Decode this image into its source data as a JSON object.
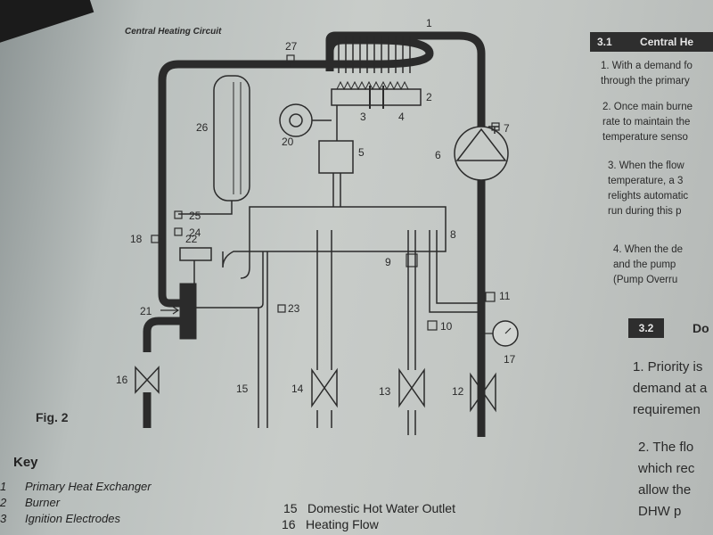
{
  "diagram": {
    "title": "Central Heating Circuit",
    "figure_label": "Fig. 2",
    "callouts": [
      "1",
      "2",
      "3",
      "4",
      "5",
      "6",
      "7",
      "8",
      "9",
      "10",
      "11",
      "12",
      "13",
      "14",
      "15",
      "16",
      "17",
      "18",
      "20",
      "21",
      "22",
      "23",
      "24",
      "25",
      "26",
      "27"
    ]
  },
  "key": {
    "heading": "Key",
    "left_items": [
      {
        "num": "1",
        "label": "Primary Heat Exchanger"
      },
      {
        "num": "2",
        "label": "Burner"
      },
      {
        "num": "3",
        "label": "Ignition Electrodes"
      }
    ],
    "right_items": [
      {
        "num": "15",
        "label": "Domestic Hot Water Outlet"
      },
      {
        "num": "16",
        "label": "Heating Flow"
      }
    ]
  },
  "text_column": {
    "section_1": {
      "num": "3.1",
      "title": "Central He"
    },
    "paragraphs_1": [
      [
        "1. With a demand fo",
        "through the primary"
      ],
      [
        "2. Once main burne",
        "rate to maintain the",
        "temperature senso"
      ],
      [
        "3. When the flow",
        "temperature, a 3",
        "relights automatic",
        "run during this p"
      ],
      [
        "4. When the de",
        "and the pump",
        "(Pump Overru"
      ]
    ],
    "section_2": {
      "num": "3.2",
      "title": "Do"
    },
    "paragraphs_2": [
      [
        "1. Priority is",
        "demand at a",
        "requiremen"
      ],
      [
        "2. The flo",
        "which rec",
        "allow the",
        "DHW p"
      ]
    ]
  }
}
